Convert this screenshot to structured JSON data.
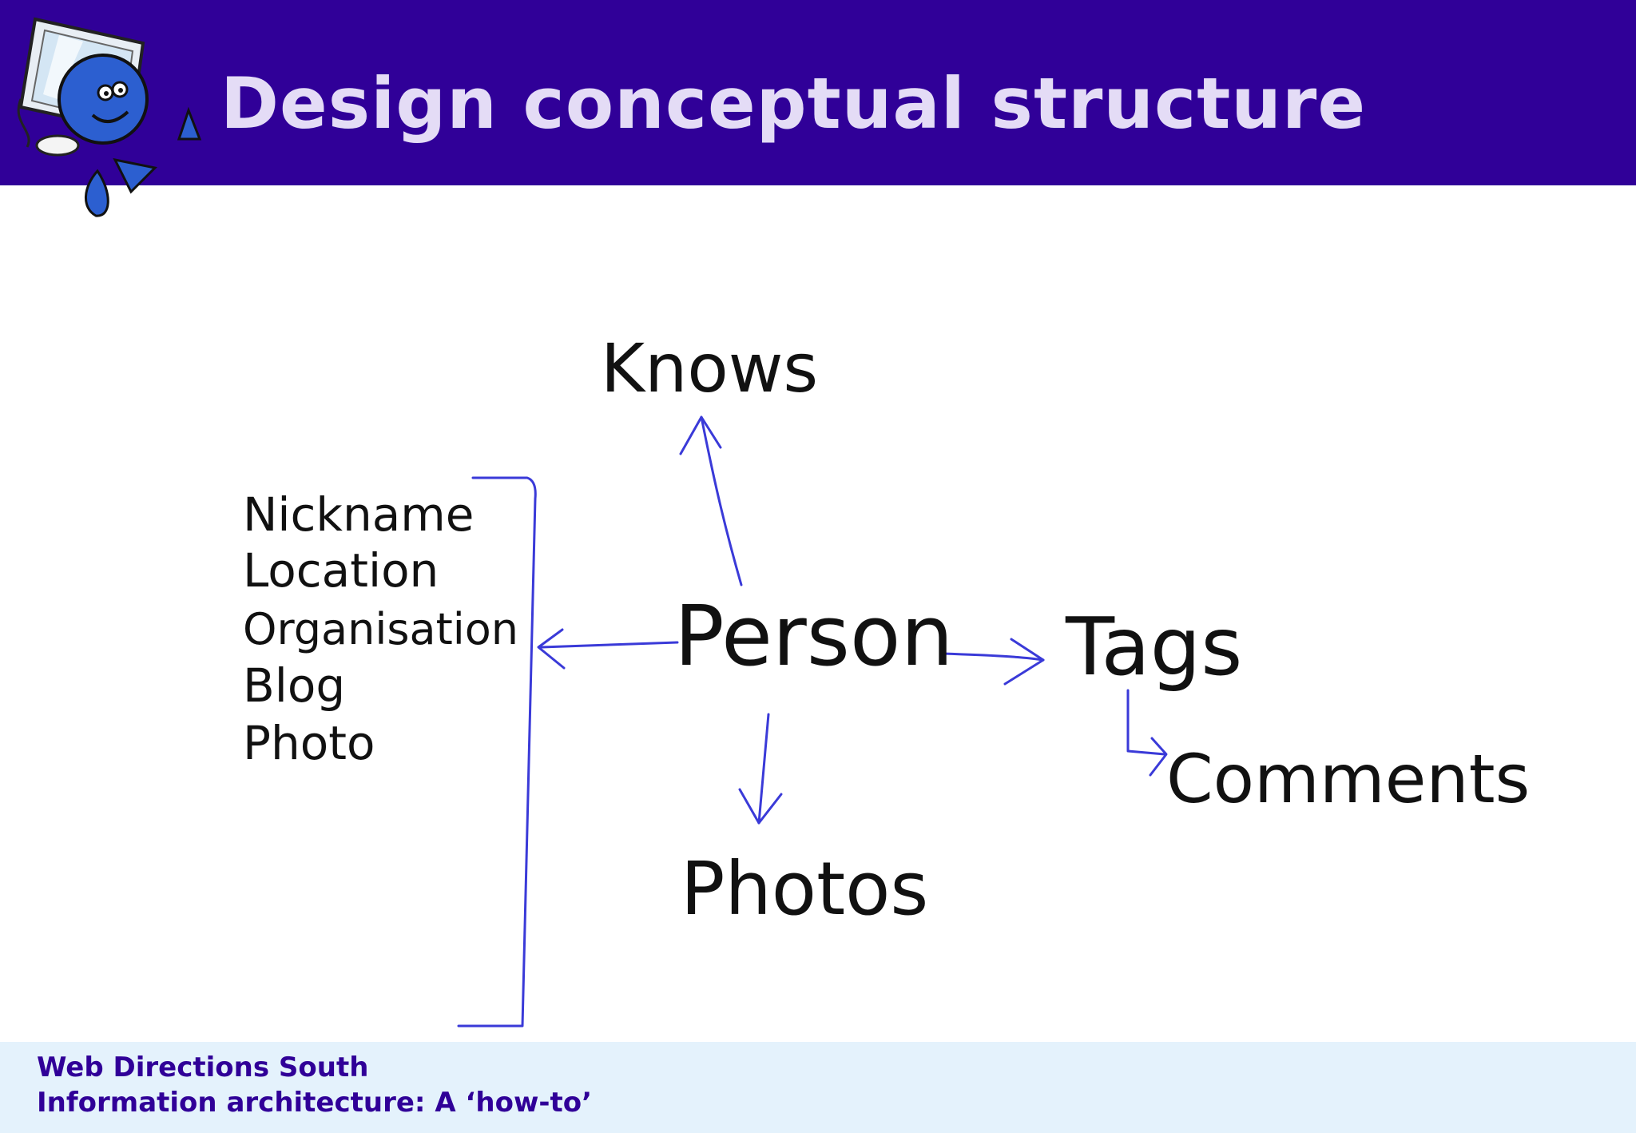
{
  "slide": {
    "title": "Design conceptual structure"
  },
  "diagram": {
    "center": "Person",
    "knows": "Knows",
    "photos": "Photos",
    "tags": "Tags",
    "comments": "Comments",
    "attributes": [
      "Nickname",
      "Location",
      "Organisation",
      "Blog",
      "Photo"
    ]
  },
  "footer": {
    "line1": "Web Directions South",
    "line2": "Information architecture: A ‘how-to’"
  },
  "colors": {
    "header_bg": "#300098",
    "title_text": "#e4dcf6",
    "arrow": "#3a3ad8",
    "footer_bg": "#e4f2fc",
    "footer_text": "#300098"
  }
}
